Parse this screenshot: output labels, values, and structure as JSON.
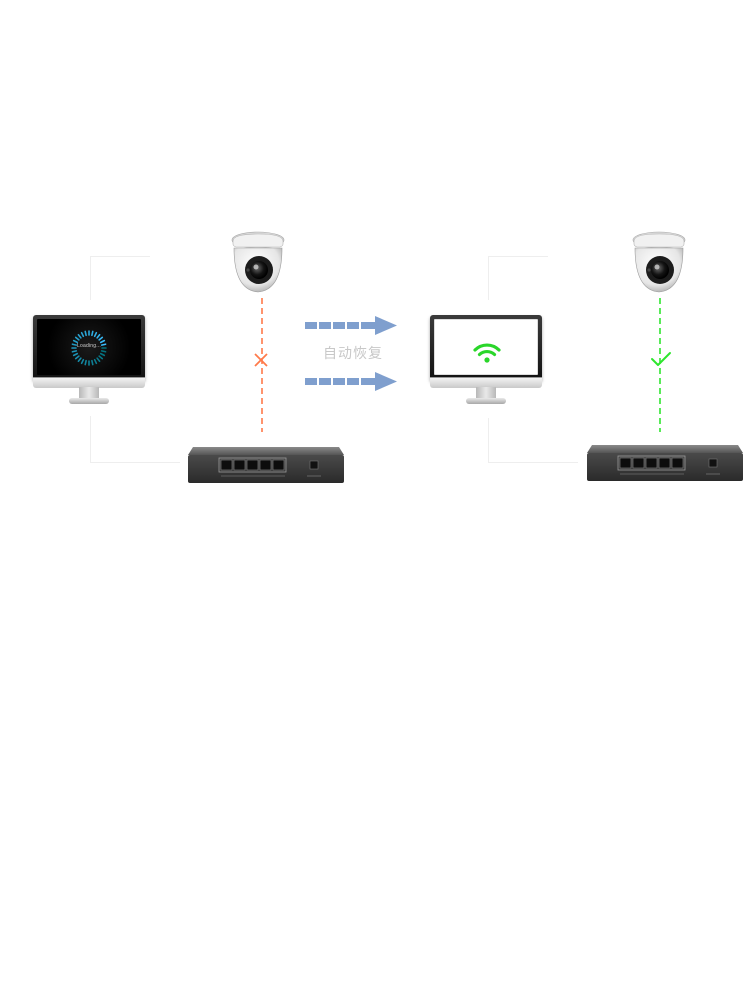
{
  "left_setup": {
    "monitor": {
      "screen_text": "Loading..."
    },
    "connection_status": "failed"
  },
  "middle": {
    "label": "自动恢复"
  },
  "right_setup": {
    "monitor": {
      "screen_icon": "wifi-icon"
    },
    "connection_status": "ok"
  },
  "colors": {
    "fail_line": "#ff7a4a",
    "ok_line": "#2ee62e",
    "arrow": "#7f9fce",
    "wifi": "#2ad62a"
  }
}
